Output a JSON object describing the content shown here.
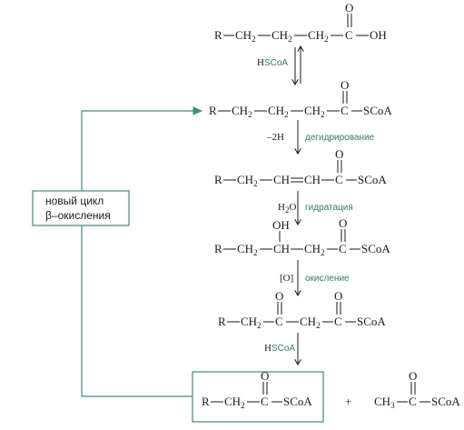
{
  "colors": {
    "accent": "#3a8f86",
    "ink": "#1a1a1a"
  },
  "box": {
    "line1": "новый цикл",
    "line2": "β–окисления"
  },
  "m1": {
    "R": "R",
    "ch2a": "CH",
    "s2a": "2",
    "ch2b": "CH",
    "s2b": "2",
    "ch2c": "CH",
    "s2c": "2",
    "c": "C",
    "oh": "OH",
    "o": "O"
  },
  "m2": {
    "R": "R",
    "ch2a": "CH",
    "s2a": "2",
    "ch2b": "CH",
    "s2b": "2",
    "ch2c": "CH",
    "s2c": "2",
    "c": "C",
    "scoa": "SCoA",
    "o": "O"
  },
  "m3": {
    "R": "R",
    "ch2": "CH",
    "s2": "2",
    "ch1": "CH",
    "ch2b": "CH",
    "c": "C",
    "scoa": "SCoA",
    "o": "O"
  },
  "m4": {
    "R": "R",
    "ch2": "CH",
    "s2": "2",
    "ch": "CH",
    "ch2b": "CH",
    "s2b": "2",
    "c": "C",
    "scoa": "SCoA",
    "o": "O",
    "oh": "OH"
  },
  "m5": {
    "R": "R",
    "ch2": "CH",
    "s2": "2",
    "c1": "C",
    "ch2b": "CH",
    "s2b": "2",
    "c2": "C",
    "scoa": "SCoA",
    "o1": "O",
    "o2": "O"
  },
  "m6": {
    "R": "R",
    "ch2": "CH",
    "s2": "2",
    "c": "C",
    "scoa": "SCoA",
    "o": "O"
  },
  "m7": {
    "ch3": "CH",
    "s3": "3",
    "c": "C",
    "scoa": "SCoA",
    "o": "O"
  },
  "plus": "+",
  "step1": {
    "reagent_h": "H",
    "reagent_rest": "SCoA"
  },
  "step2": {
    "reagent": "–2H",
    "label": "дегидрирование"
  },
  "step3": {
    "reagent_h": "H",
    "reagent_sub": "2",
    "reagent_o": "O",
    "label": "гидратация"
  },
  "step4": {
    "reagent": "[O]",
    "label": "окисление"
  },
  "step5": {
    "reagent_h": "H",
    "reagent_rest": "SCoA"
  }
}
